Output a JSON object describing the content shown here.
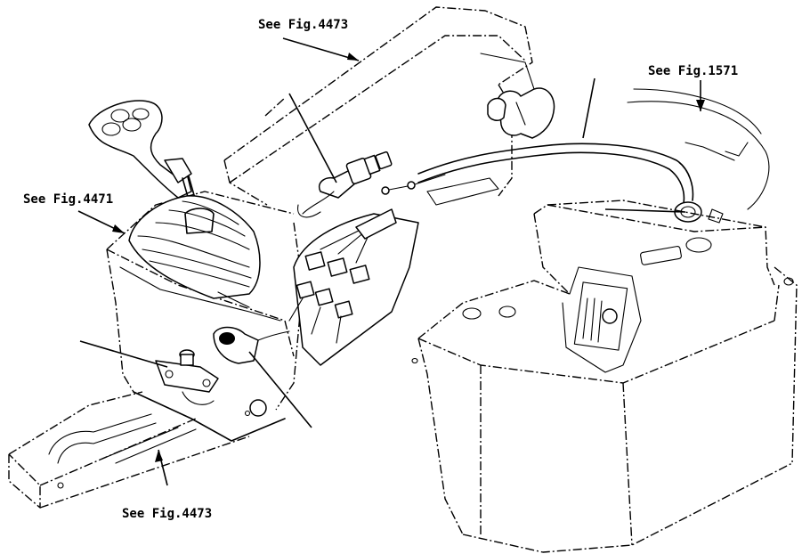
{
  "references": {
    "top_center": "See Fig.4473",
    "top_right": "See Fig.1571",
    "left": "See Fig.4471",
    "bottom": "See Fig.4473"
  }
}
